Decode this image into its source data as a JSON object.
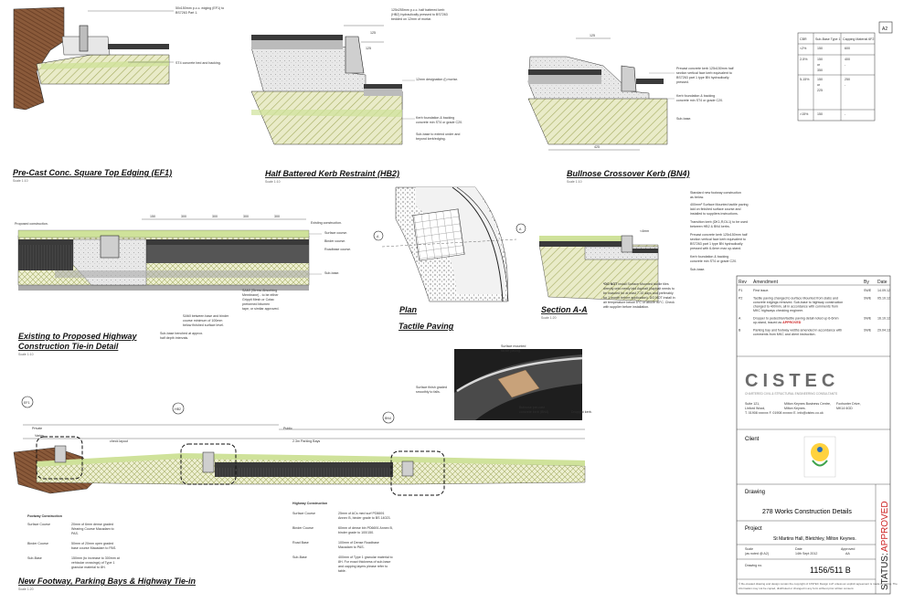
{
  "sheet_size": "A2",
  "details": {
    "ef1": {
      "title": "Pre-Cast Conc. Square Top Edging (EF1)",
      "scale": "Scale 1:10",
      "notes": [
        "50x150mm p.c.c. edging (EF1) to",
        "BS7263 Part 1.",
        "ST4 concrete bed and backing."
      ]
    },
    "hb2": {
      "title": "Half Battered Kerb Restraint (HB2)",
      "scale": "Scale 1:10",
      "notes": [
        "125x255mm p.c.c. half battered kerb",
        "(HB2) hydraulically pressed to BS7263",
        "bedded on 12mm of mortar.",
        "12mm designation (i) mortar.",
        "Kerb foundation & backing",
        "concrete min ST4 or grade C20.",
        "Sub-base to extend under and",
        "beyond kerb/edging."
      ],
      "dims": [
        "125",
        "125"
      ]
    },
    "bn4": {
      "title": "Bullnose Crossover Kerb (BN4)",
      "scale": "Scale 1:10",
      "notes": [
        "Precast concrete kerb 125x150mm half",
        "section vertical face kerb equivalent to",
        "BS7263 part 1 type BN hydraulically",
        "pressed.",
        "Kerb foundation & backing",
        "concrete min ST4 or grade C20.",
        "Sub-base."
      ],
      "dims": [
        "125",
        "425"
      ]
    },
    "tie_in": {
      "title_line1": "Existing to Proposed Highway",
      "title_line2": "Construction Tie-in Detail",
      "scale": "Scale 1:10",
      "proposed_label": "Proposed construction.",
      "existing_label": "Existing construction.",
      "layer_labels": [
        "Surface course.",
        "Binder course.",
        "Roadbase course.",
        "Sub-base."
      ],
      "notes": [
        "SAMI (Stress Absorbing",
        "Membrane) - to be either",
        "Grippit Mesh or Cotac",
        "preformed bitumen",
        "tape, or similar approved.",
        "SAMI between base and binder",
        "course minimum of 100mm",
        "below finished surface level.",
        "Sub-base benched at approx.",
        "half depth intervals."
      ],
      "dims": [
        "150",
        "300",
        "300",
        "300",
        "300"
      ]
    },
    "tactile": {
      "plan_title": "Plan",
      "paving_title": "Tactile Paving",
      "section_title": "Section A-A",
      "scale": "Scale 1:20",
      "section_marker": "A",
      "section_notes": [
        "Standard new footway construction",
        "as below.",
        "400mm² Surface Mounted tactile paving",
        "laid on finished surface course and",
        "installed to suppliers instructions.",
        "Transition kerb (DK1,R,DL1) to be used",
        "between HB2 & BN4 kerbs.",
        "Precast concrete kerb 125x150mm half",
        "section vertical face kerb equivalent to",
        "BS7263 part 1 type BN hydraulically",
        "pressed with 6-6mm max up-stand.",
        "Kerb foundation & backing",
        "concrete min ST4 or grade C20.",
        "Sub-base."
      ],
      "warning_lead": "*DO NOT",
      "warning_body": [
        "install Surface Mounted tactile tiles",
        "directly onto newly laid Asphalt (Asphalt needs to",
        "be matured for at least 7-10 days and preferably",
        "for 1 month before application). DO NOT install in",
        "air temperature below 5°C or above 40°C. Check",
        "with supplier before installation."
      ],
      "view_notes": [
        "Surface mounted",
        "tactile paving.",
        "Surface finish graded",
        "smoothly to falls.",
        "Bullnose pre-cast",
        "concrete kerb (BN4).",
        "Dropped kerb."
      ],
      "dim": "<4mm"
    },
    "footway": {
      "title": "New Footway, Parking Bays & Highway Tie-in",
      "scale": "Scale 1:20",
      "label_private": "Private",
      "label_public": "Public",
      "label_varies": "Varies",
      "label_check": "check layout",
      "label_bays": "2.3m Parking Bays",
      "markers": [
        "EF1",
        "HB2",
        "BN4"
      ],
      "footway_heading": "Footway Construction",
      "footway_layers": [
        {
          "name": "Surface Course",
          "desc": [
            "20mm of 6mm dense graded",
            "Wearing Course Macadam to",
            "PAS."
          ]
        },
        {
          "name": "Binder Course",
          "desc": [
            "50mm of 20mm open graded",
            "base course Macadam to PAS."
          ]
        },
        {
          "name": "Sub-Base",
          "desc": [
            "150mm (to increase to 300mm at",
            "vehicular crossings) of Type 1",
            "granular material to 8H."
          ]
        }
      ],
      "highway_heading": "Highway Construction",
      "highway_layers": [
        {
          "name": "Surface Course",
          "desc": [
            "25mm of ACs med surf PD6691",
            "Annex B, binder grade to BS 14023."
          ]
        },
        {
          "name": "Binder Course",
          "desc": [
            "60mm of dense bin PD6691 Annex B,",
            "binder grade to 100/150."
          ]
        },
        {
          "name": "Road Base",
          "desc": [
            "100mm of Dense Roadbase",
            "Macadam to PAS."
          ]
        },
        {
          "name": "Sub-Base",
          "desc": [
            "400mm of Type 1 granular material to",
            "8H. For exact thickness of sub-base",
            "and capping layers please refer to",
            "table."
          ]
        }
      ]
    }
  },
  "cbr_table": {
    "headers": [
      "CBR",
      "Sub-Base Type 1",
      "Capping Material 6F2"
    ],
    "rows": [
      [
        "<2%",
        "150",
        "600"
      ],
      [
        "2-5%",
        "150\nor\n350",
        "400\n-"
      ],
      [
        "5-15%",
        "150\nor\n225",
        "250\n-"
      ],
      [
        ">15%",
        "150",
        "-"
      ]
    ]
  },
  "title_block": {
    "sheet_label": "A2",
    "rev_headers": [
      "Rev",
      "Amendment",
      "By",
      "Date"
    ],
    "revisions": [
      {
        "rev": "P1",
        "text": [
          "First issue."
        ],
        "by": "SWE",
        "date": "14.09.12"
      },
      {
        "rev": "P2",
        "text": [
          "Tactile paving changed to surface Mounted from slabs and",
          "concrete edgings removed. Sub-base to highway construction",
          "changed to 400mm, all in accordance with comments from",
          "MKC highways checking engineer."
        ],
        "by": "SWE",
        "date": "05.10.12"
      },
      {
        "rev": "A",
        "text": [
          "Dropper to pedestrian/tactile paving detail noted up 6-6mm",
          "up-stand, issued as "
        ],
        "stamp": "APPROVED",
        "by": "SWE",
        "date": "16.10.12"
      },
      {
        "rev": "B",
        "text": [
          "Parking bay and footway widths amended in accordance with",
          "comments from MKC and client instruction."
        ],
        "by": "SWE",
        "date": "29.04.13"
      }
    ],
    "company_logo": "CISTEC",
    "company_tagline": "CHARTERED CIVIL & STRUCTURAL ENGINEERING CONSULTANTS",
    "company_address": [
      "Suite 121,",
      "Linford Wood,",
      "T. 01908 xxxxxx  F. 01908 xxxxxx  E. info@cistec.co.uk",
      "Milton Keynes Business Centre,",
      "Milton Keynes.",
      "Foxhunter Drive,",
      "MK14 6GD"
    ],
    "client_label": "Client",
    "drawing_label": "Drawing",
    "drawing_title": "278 Works Construction Details",
    "project_label": "Project",
    "project_title": "St Martins Hall, Bletchley, Milton Keynes.",
    "scale_label": "Scale",
    "scale_value": "(as noted @ A2)",
    "date_label": "Date",
    "date_value": "14th Sept 2012",
    "approved_label": "Approved",
    "approved_value": "AA",
    "drawing_no_label": "Drawing no.",
    "drawing_no": "1156/511 B",
    "status_label": "STATUS:",
    "status_value": "APPROVED",
    "copyright": [
      "© Re-created drawing and design remain the copyright of CISTEC Design LLP unless an explicit agreement is made in writing. The",
      "information may not be copied, distributed or changed in any form without prior written consent."
    ]
  },
  "colors": {
    "earth": "#8a5a3a",
    "concrete": "#e6e6e6",
    "green_fill": "#cfe29a",
    "hatch": "#b9c07a",
    "asphalt": "#3a3a3a",
    "status": "#cc1f1f",
    "logo": "#6b6b6b"
  }
}
